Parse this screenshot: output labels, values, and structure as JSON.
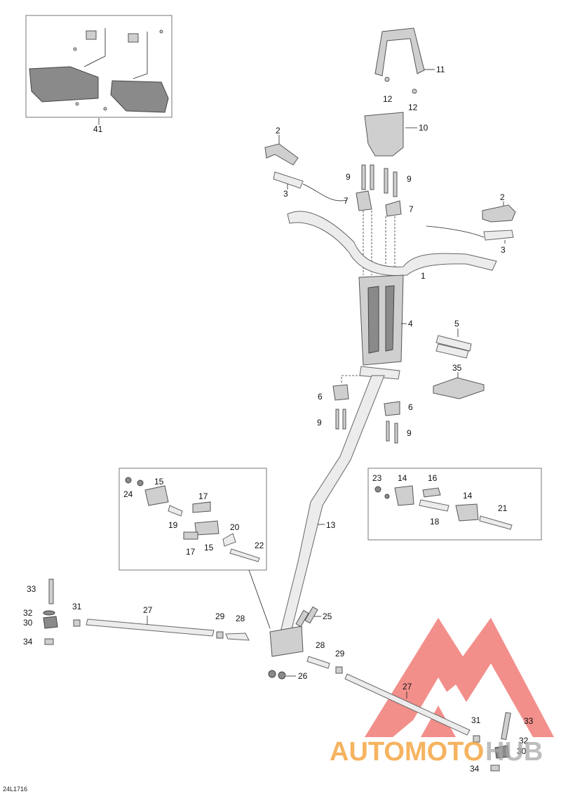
{
  "diagram_code": "24L1716",
  "callouts": {
    "c1": "1",
    "c2a": "2",
    "c2b": "2",
    "c3a": "3",
    "c3b": "3",
    "c4": "4",
    "c5": "5",
    "c6a": "6",
    "c6b": "6",
    "c7a": "7",
    "c7b": "7",
    "c9a": "9",
    "c9b": "9",
    "c9c": "9",
    "c9d": "9",
    "c10": "10",
    "c11": "11",
    "c12a": "12",
    "c12b": "12",
    "c13": "13",
    "c14a": "14",
    "c14b": "14",
    "c15a": "15",
    "c15b": "15",
    "c16": "16",
    "c17a": "17",
    "c17b": "17",
    "c18": "18",
    "c19": "19",
    "c20": "20",
    "c21": "21",
    "c22": "22",
    "c23": "23",
    "c24": "24",
    "c25": "25",
    "c26": "26",
    "c27a": "27",
    "c27b": "27",
    "c28a": "28",
    "c28b": "28",
    "c29a": "29",
    "c29b": "29",
    "c30a": "30",
    "c30b": "30",
    "c31a": "31",
    "c31b": "31",
    "c32a": "32",
    "c32b": "32",
    "c33a": "33",
    "c33b": "33",
    "c34a": "34",
    "c34b": "34",
    "c35": "35",
    "c41": "41"
  },
  "watermark": {
    "text_a": "AUTOMOTO",
    "text_b": "HUB",
    "color_red": "#e8352e",
    "color_orange": "#f39a2c",
    "color_gray": "#a9a9a9"
  }
}
